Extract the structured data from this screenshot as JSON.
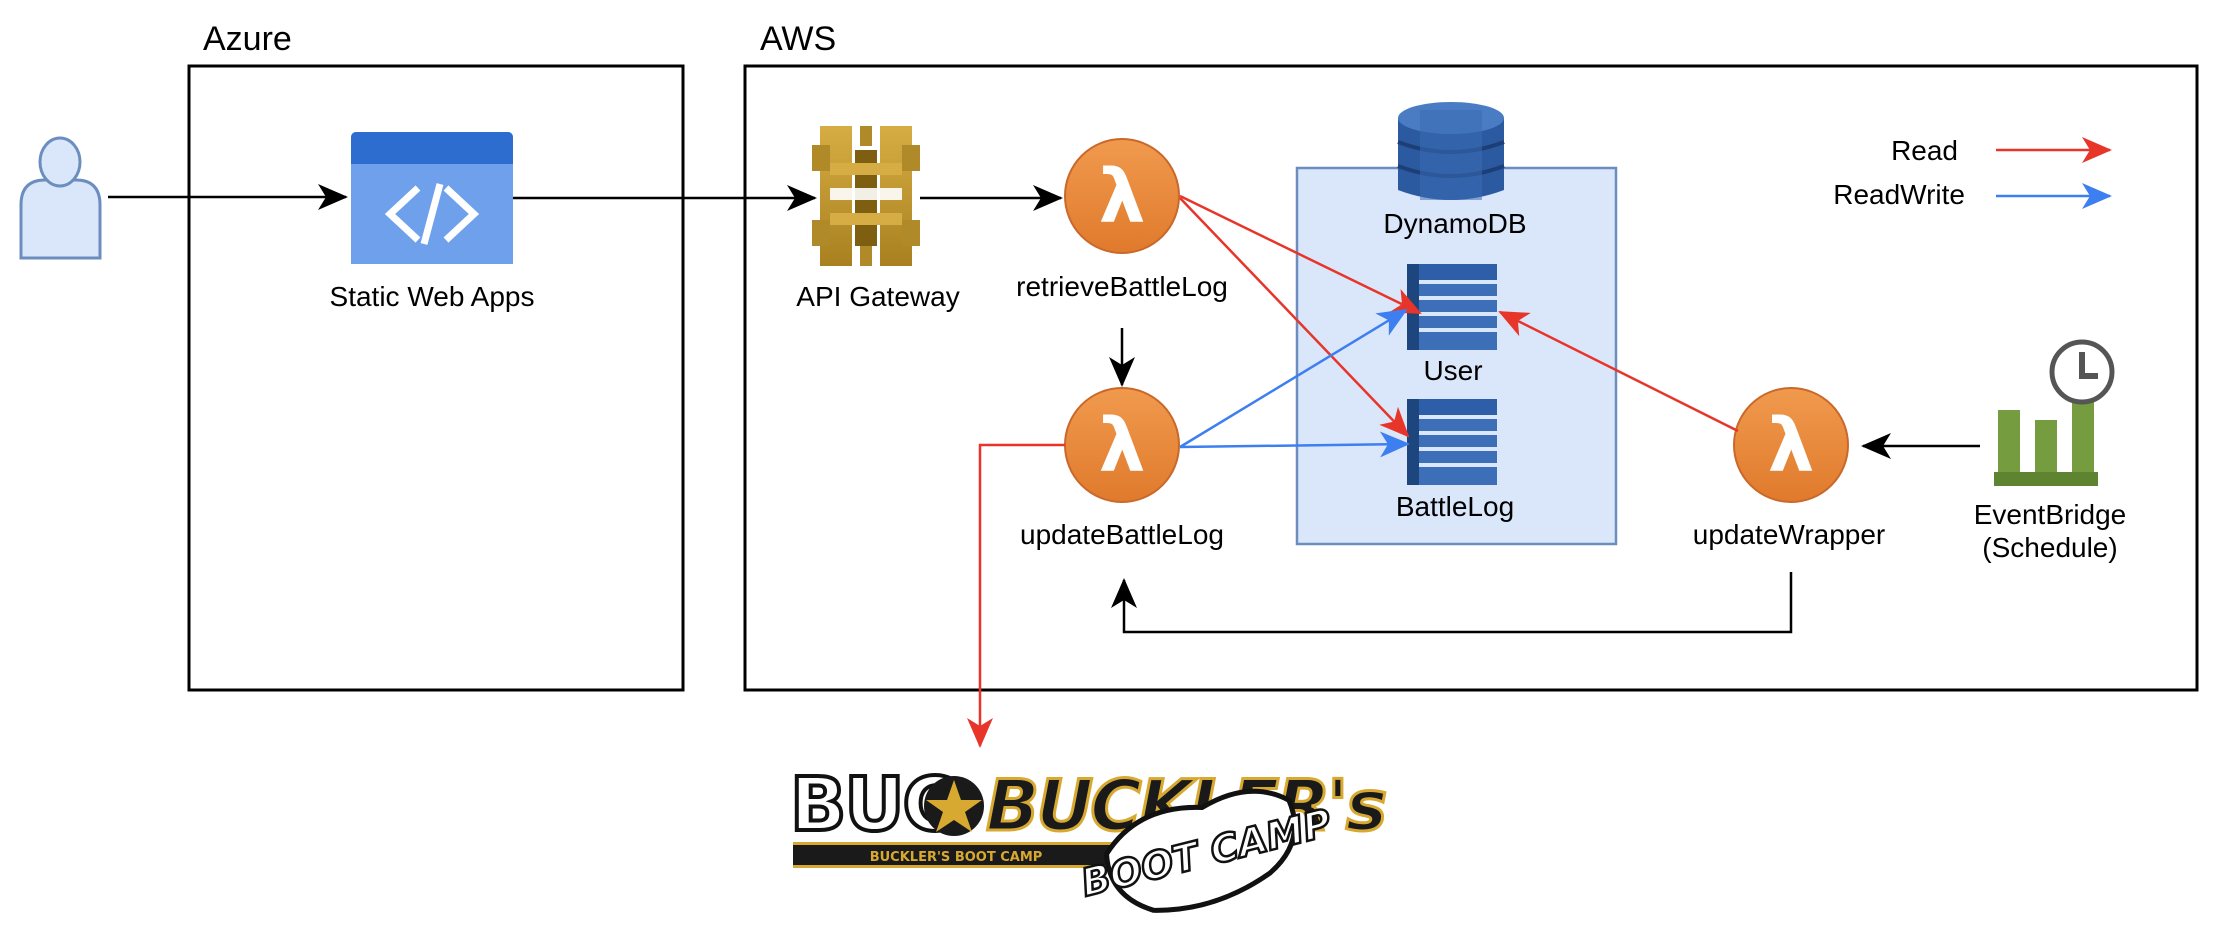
{
  "groups": {
    "azure": "Azure",
    "aws": "AWS"
  },
  "nodes": {
    "static_web_apps": "Static Web Apps",
    "api_gateway": "API Gateway",
    "retrieve_battle_log": "retrieveBattleLog",
    "update_battle_log": "updateBattleLog",
    "dynamodb": "DynamoDB",
    "user_table": "User",
    "battlelog_table": "BattleLog",
    "update_wrapper": "updateWrapper",
    "eventbridge_line1": "EventBridge",
    "eventbridge_line2": "(Schedule)"
  },
  "legend": {
    "read": "Read",
    "readwrite": "ReadWrite"
  },
  "logo": {
    "main": "BUCKLER's",
    "banner": "BUCKLER'S BOOT CAMP",
    "graffiti": "BOOT CAMP"
  },
  "colors": {
    "read_arrow": "#e8352a",
    "readwrite_arrow": "#3d7ff0",
    "lambda_orange": "#ea8b3e",
    "dynamo_blue": "#2c5aa0",
    "dynamo_panel": "#dae6f9",
    "api_gold": "#c49a2e",
    "eventbridge_green": "#759c3e",
    "swa_blue": "#3d7bd8",
    "user_fill": "#dae6f9"
  }
}
